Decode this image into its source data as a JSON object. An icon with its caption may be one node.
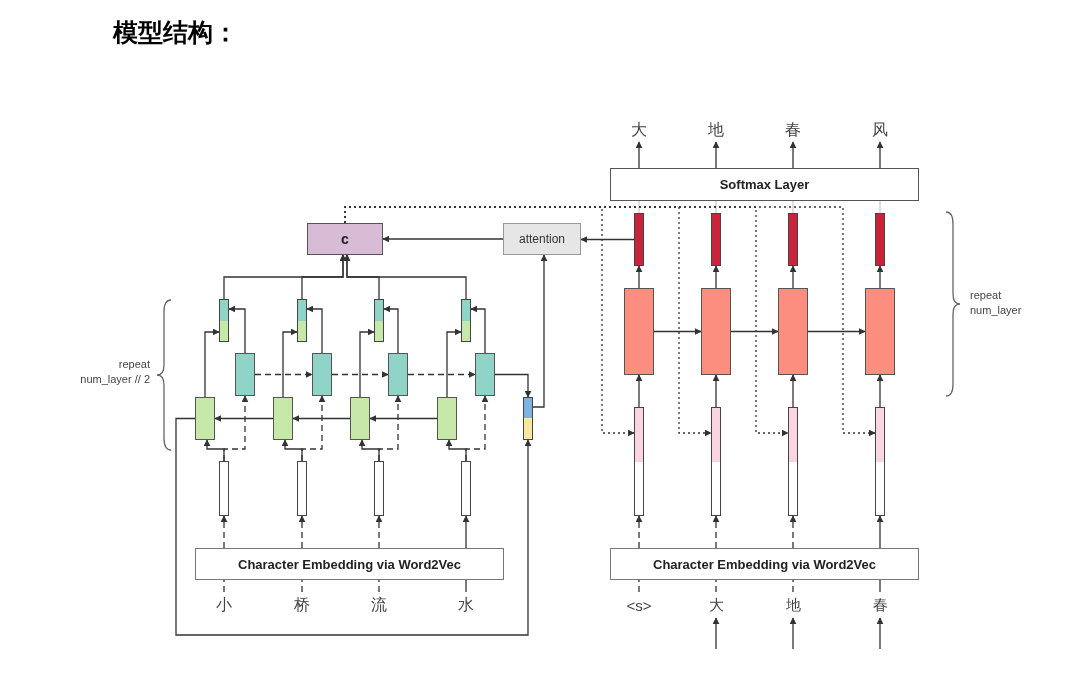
{
  "diagram": {
    "title": "模型结构：",
    "nodes": [
      {
        "text": [
          "大"
        ]
      },
      {
        "text": [
          "地"
        ]
      },
      {
        "text": [
          "春"
        ]
      },
      {
        "text": [
          "风"
        ]
      },
      {
        "text": [
          "Softmax Layer"
        ]
      },
      {
        "text": [
          "c"
        ]
      },
      {
        "text": [
          "attention"
        ]
      },
      {
        "text": [],
        "shape": "box"
      },
      {
        "text": [],
        "shape": "box"
      },
      {
        "text": [],
        "shape": "box"
      },
      {
        "text": [],
        "shape": "box"
      },
      {
        "text": [],
        "shape": "box"
      },
      {
        "text": [],
        "shape": "box"
      },
      {
        "text": [],
        "shape": "box"
      },
      {
        "text": [],
        "shape": "box"
      },
      {
        "text": [],
        "shape": "box"
      },
      {
        "text": [],
        "shape": "box"
      },
      {
        "text": [],
        "shape": "box"
      },
      {
        "text": [],
        "shape": "box"
      },
      {
        "text": [],
        "shape": "box"
      },
      {
        "text": [],
        "shape": "box"
      },
      {
        "text": [],
        "shape": "box"
      },
      {
        "text": [],
        "shape": "box"
      },
      {
        "text": [],
        "shape": "box"
      },
      {
        "text": [],
        "shape": "box"
      },
      {
        "text": [],
        "shape": "box"
      },
      {
        "text": [],
        "shape": "box"
      },
      {
        "text": [],
        "shape": "box"
      },
      {
        "text": [],
        "shape": "box"
      },
      {
        "text": [],
        "shape": "box"
      },
      {
        "text": [],
        "shape": "box"
      },
      {
        "text": [],
        "shape": "box"
      },
      {
        "text": [],
        "shape": "box"
      },
      {
        "text": [],
        "shape": "box"
      },
      {
        "text": [],
        "shape": "box"
      },
      {
        "text": [],
        "shape": "box"
      },
      {
        "text": [
          "Character Embedding via Word2Vec"
        ]
      },
      {
        "text": [
          "Character Embedding via Word2Vec"
        ]
      },
      {
        "text": [
          "小"
        ]
      },
      {
        "text": [
          "桥"
        ]
      },
      {
        "text": [
          "流"
        ]
      },
      {
        "text": [
          "水"
        ]
      },
      {
        "text": [
          "<s>"
        ]
      },
      {
        "text": [
          "大"
        ]
      },
      {
        "text": [
          "地"
        ]
      },
      {
        "text": [
          "春"
        ]
      }
    ],
    "edges": [
      {
        "from": 4,
        "to": 0,
        "arrow": "to"
      },
      {
        "from": 4,
        "to": 1,
        "arrow": "to"
      },
      {
        "from": 4,
        "to": 2,
        "arrow": "to"
      },
      {
        "from": 4,
        "to": 3,
        "arrow": "to"
      },
      {
        "from": 7,
        "to": 4,
        "arrow": "none",
        "color": "#cccccc"
      },
      {
        "from": 8,
        "to": 4,
        "arrow": "none",
        "color": "#cccccc"
      },
      {
        "from": 9,
        "to": 4,
        "arrow": "none",
        "color": "#cccccc"
      },
      {
        "from": 10,
        "to": 4,
        "arrow": "none",
        "color": "#cccccc"
      },
      {
        "from": 15,
        "to": 7,
        "arrow": "to"
      },
      {
        "from": 16,
        "to": 8,
        "arrow": "to"
      },
      {
        "from": 17,
        "to": 9,
        "arrow": "to"
      },
      {
        "from": 18,
        "to": 10,
        "arrow": "to"
      },
      {
        "from": 15,
        "to": 16,
        "arrow": "to"
      },
      {
        "from": 16,
        "to": 17,
        "arrow": "to"
      },
      {
        "from": 17,
        "to": 18,
        "arrow": "to"
      },
      {
        "from": 28,
        "to": 15,
        "arrow": "to"
      },
      {
        "from": 29,
        "to": 16,
        "arrow": "to"
      },
      {
        "from": 30,
        "to": 17,
        "arrow": "to"
      },
      {
        "from": 31,
        "to": 18,
        "arrow": "to"
      },
      {
        "from": 37,
        "to": 28,
        "arrow": "to",
        "style": "dashed"
      },
      {
        "from": 37,
        "to": 29,
        "arrow": "to",
        "style": "dashed"
      },
      {
        "from": 37,
        "to": 30,
        "arrow": "to",
        "style": "dashed"
      },
      {
        "from": 37,
        "to": 31,
        "arrow": "to"
      },
      {
        "from": 42,
        "to": 37,
        "arrow": "none",
        "style": "dashed"
      },
      {
        "from": 43,
        "to": 37,
        "arrow": "none",
        "style": "dashed"
      },
      {
        "from": 44,
        "to": 37,
        "arrow": "none",
        "style": "dashed"
      },
      {
        "from": 45,
        "to": 37,
        "arrow": "none"
      },
      {
        "from": null,
        "to": 43,
        "arrow": "to"
      },
      {
        "from": null,
        "to": 44,
        "arrow": "to"
      },
      {
        "from": null,
        "to": 45,
        "arrow": "to"
      },
      {
        "from": 7,
        "to": 6,
        "arrow": "to"
      },
      {
        "from": 6,
        "to": 5,
        "arrow": "to"
      },
      {
        "from": 5,
        "to": 28,
        "arrow": "to",
        "style": "dashed"
      },
      {
        "from": 5,
        "to": 29,
        "arrow": "to",
        "style": "dashed"
      },
      {
        "from": 5,
        "to": 30,
        "arrow": "to",
        "style": "dashed"
      },
      {
        "from": 5,
        "to": 31,
        "arrow": "to",
        "style": "dashed"
      },
      {
        "from": 11,
        "to": 5,
        "arrow": "to"
      },
      {
        "from": 12,
        "to": 5,
        "arrow": "to"
      },
      {
        "from": 13,
        "to": 5,
        "arrow": "to"
      },
      {
        "from": 14,
        "to": 5,
        "arrow": "to"
      },
      {
        "from": 23,
        "to": 11,
        "arrow": "to"
      },
      {
        "from": 24,
        "to": 12,
        "arrow": "to"
      },
      {
        "from": 25,
        "to": 13,
        "arrow": "to"
      },
      {
        "from": 26,
        "to": 14,
        "arrow": "to"
      },
      {
        "from": 19,
        "to": 11,
        "arrow": "to"
      },
      {
        "from": 20,
        "to": 12,
        "arrow": "to"
      },
      {
        "from": 21,
        "to": 13,
        "arrow": "to"
      },
      {
        "from": 22,
        "to": 14,
        "arrow": "to"
      },
      {
        "from": 19,
        "to": 20,
        "arrow": "to",
        "style": "dashed"
      },
      {
        "from": 20,
        "to": 21,
        "arrow": "to",
        "style": "dashed"
      },
      {
        "from": 21,
        "to": 22,
        "arrow": "to",
        "style": "dashed"
      },
      {
        "from": 24,
        "to": 23,
        "arrow": "to"
      },
      {
        "from": 25,
        "to": 24,
        "arrow": "to"
      },
      {
        "from": 26,
        "to": 25,
        "arrow": "to"
      },
      {
        "from": 22,
        "to": 27,
        "arrow": "to"
      },
      {
        "from": 23,
        "to": 27,
        "arrow": "to"
      },
      {
        "from": 27,
        "to": 6,
        "arrow": "to"
      },
      {
        "from": 32,
        "to": 23,
        "arrow": "to"
      },
      {
        "from": 33,
        "to": 24,
        "arrow": "to"
      },
      {
        "from": 34,
        "to": 25,
        "arrow": "to"
      },
      {
        "from": 35,
        "to": 26,
        "arrow": "to"
      },
      {
        "from": 32,
        "to": 19,
        "arrow": "to",
        "style": "dashed"
      },
      {
        "from": 33,
        "to": 20,
        "arrow": "to",
        "style": "dashed"
      },
      {
        "from": 34,
        "to": 21,
        "arrow": "to",
        "style": "dashed"
      },
      {
        "from": 35,
        "to": 22,
        "arrow": "to",
        "style": "dashed"
      },
      {
        "from": 36,
        "to": 32,
        "arrow": "to",
        "style": "dashed"
      },
      {
        "from": 36,
        "to": 33,
        "arrow": "to",
        "style": "dashed"
      },
      {
        "from": 36,
        "to": 34,
        "arrow": "to",
        "style": "dashed"
      },
      {
        "from": 36,
        "to": 35,
        "arrow": "to"
      },
      {
        "from": 38,
        "to": 36,
        "arrow": "none",
        "style": "dashed"
      },
      {
        "from": 39,
        "to": 36,
        "arrow": "none",
        "style": "dashed"
      },
      {
        "from": 40,
        "to": 36,
        "arrow": "none",
        "style": "dashed"
      },
      {
        "from": 41,
        "to": 36,
        "arrow": "none"
      }
    ],
    "labels": [
      "repeat num_layer // 2",
      "repeat num_layer"
    ]
  }
}
